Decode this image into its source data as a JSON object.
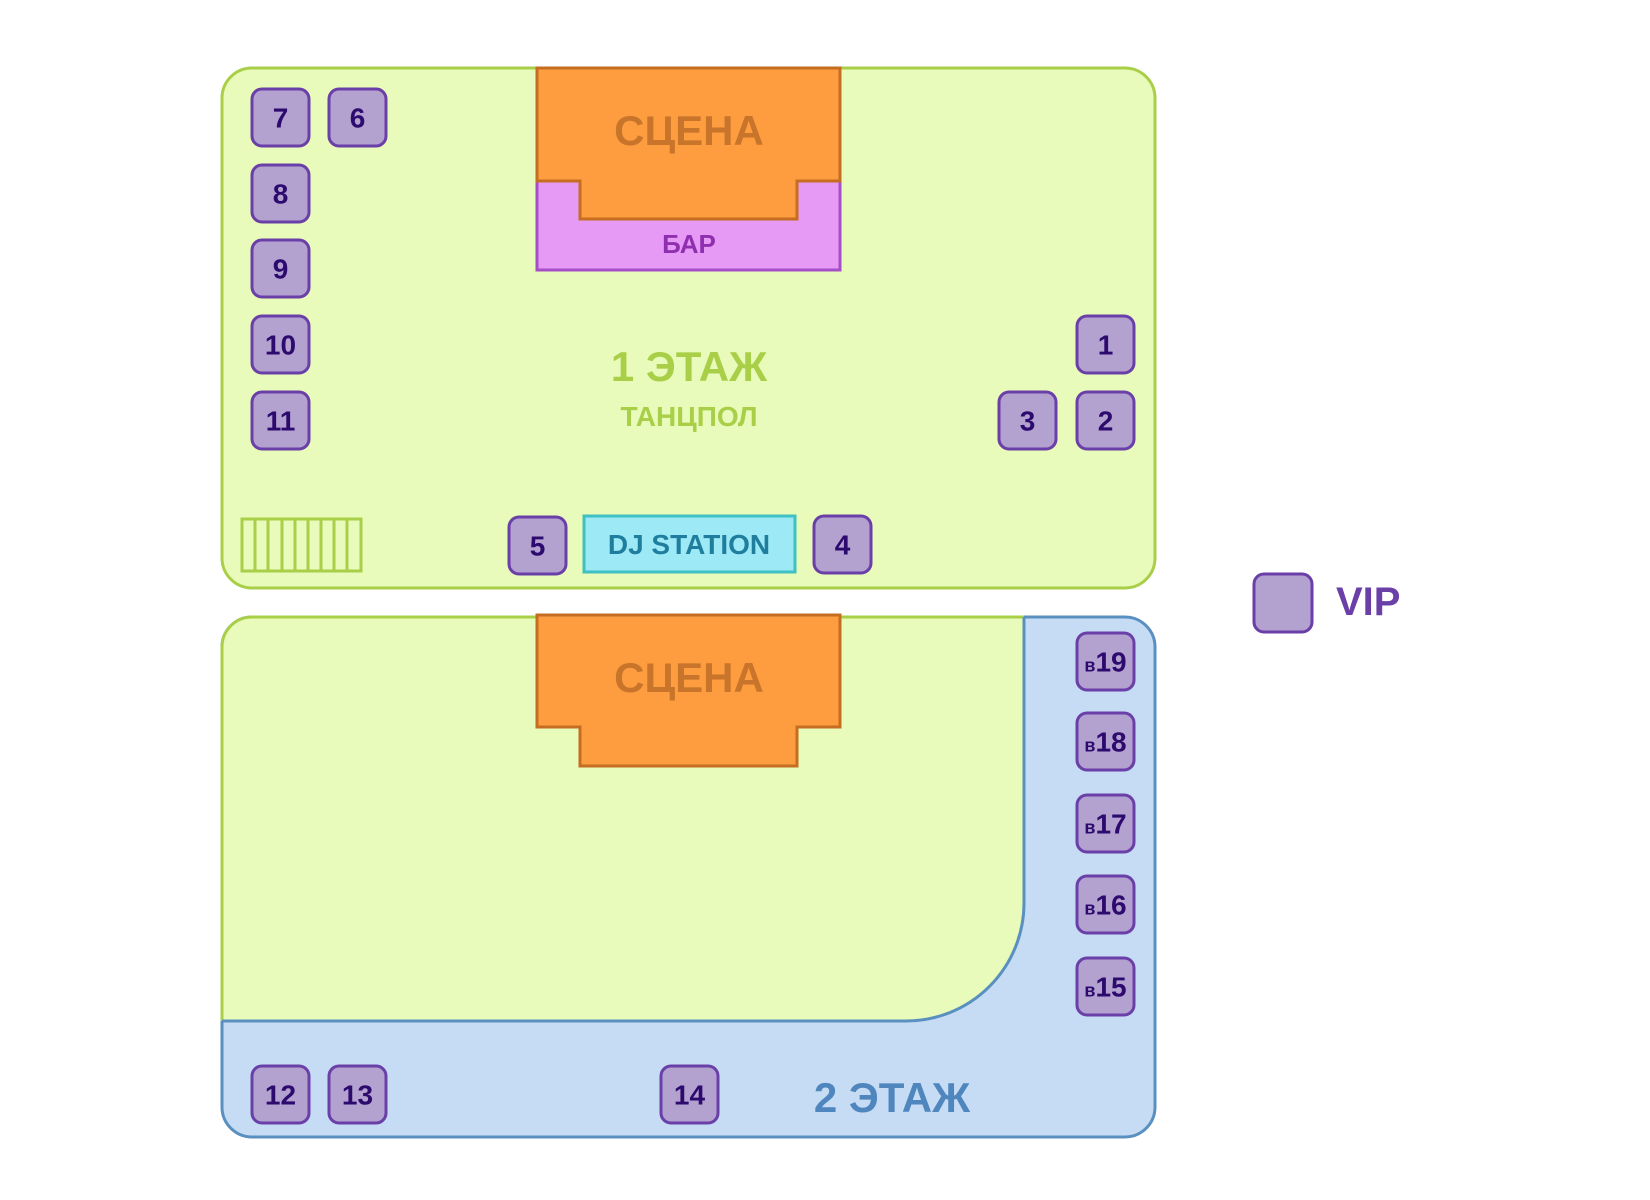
{
  "floors": [
    {
      "id": "floor-1",
      "title": "1 ЭТАЖ",
      "subtitle": "ТАНЦПОЛ",
      "stage_label": "СЦЕНА",
      "bar_label": "БАР",
      "dj_label": "DJ STATION",
      "tables": [
        {
          "number": "1",
          "vip": true
        },
        {
          "number": "2",
          "vip": true
        },
        {
          "number": "3",
          "vip": true
        },
        {
          "number": "4",
          "vip": true
        },
        {
          "number": "5",
          "vip": true
        },
        {
          "number": "6",
          "vip": true
        },
        {
          "number": "7",
          "vip": true
        },
        {
          "number": "8",
          "vip": true
        },
        {
          "number": "9",
          "vip": true
        },
        {
          "number": "10",
          "vip": true
        },
        {
          "number": "11",
          "vip": true
        }
      ]
    },
    {
      "id": "floor-2",
      "title": "2 ЭТАЖ",
      "stage_label": "СЦЕНА",
      "tables": [
        {
          "number": "12",
          "vip": true
        },
        {
          "number": "13",
          "vip": true
        },
        {
          "number": "14",
          "vip": true
        }
      ],
      "balcony_tables": [
        {
          "prefix": "в",
          "number": "19",
          "vip": true
        },
        {
          "prefix": "в",
          "number": "18",
          "vip": true
        },
        {
          "prefix": "в",
          "number": "17",
          "vip": true
        },
        {
          "prefix": "в",
          "number": "16",
          "vip": true
        },
        {
          "prefix": "в",
          "number": "15",
          "vip": true
        }
      ]
    }
  ],
  "legend": {
    "vip_label": "VIP"
  },
  "icons": {
    "stairs": "stairs-icon"
  },
  "colors": {
    "floor_fill": "#e8fbba",
    "floor_stroke": "#a9cf48",
    "floor_text": "#a9cf48",
    "balcony_fill": "#c6dcf5",
    "balcony_stroke": "#5a90c0",
    "balcony_text": "#4f86bd",
    "stage_fill": "#fd9d40",
    "stage_stroke": "#c56e21",
    "stage_text": "#c8742a",
    "bar_fill": "#e69af5",
    "bar_stroke": "#a64dc8",
    "bar_text": "#8e2fb0",
    "dj_fill": "#9de9f6",
    "dj_stroke": "#3fc0c3",
    "dj_text": "#1f7e9e",
    "table_fill": "#b3a1d0",
    "table_stroke": "#6a3fa8",
    "table_text": "#2d0a6e",
    "legend_text": "#6a3fa8"
  }
}
